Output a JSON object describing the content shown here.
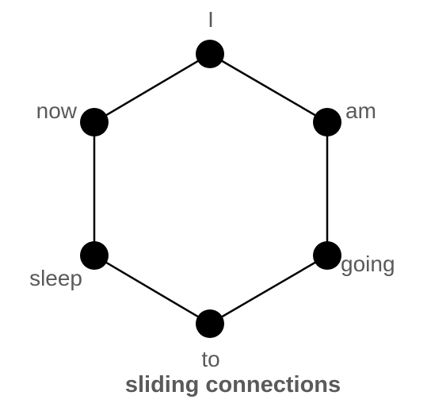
{
  "diagram": {
    "type": "cycle-graph",
    "nodes": [
      {
        "id": "n0",
        "label": "I"
      },
      {
        "id": "n1",
        "label": "am"
      },
      {
        "id": "n2",
        "label": "going"
      },
      {
        "id": "n3",
        "label": "to"
      },
      {
        "id": "n4",
        "label": "sleep"
      },
      {
        "id": "n5",
        "label": "now"
      }
    ],
    "edges": [
      [
        "n0",
        "n1"
      ],
      [
        "n1",
        "n2"
      ],
      [
        "n2",
        "n3"
      ],
      [
        "n3",
        "n4"
      ],
      [
        "n4",
        "n5"
      ],
      [
        "n5",
        "n0"
      ]
    ],
    "caption": "sliding connections"
  }
}
